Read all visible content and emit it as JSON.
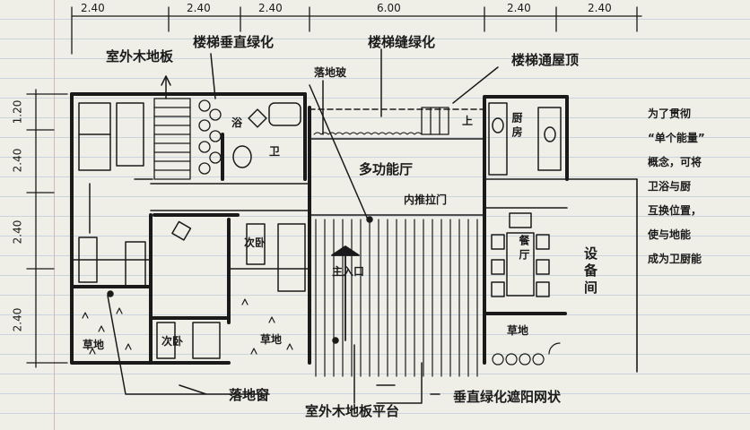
{
  "dimensions": {
    "top": [
      "2.40",
      "2.40",
      "2.40",
      "6.00",
      "2.40",
      "2.40"
    ],
    "left": [
      "1.20",
      "2.40",
      "2.40",
      "2.40"
    ]
  },
  "labels": {
    "outdoor_wood_floor_top": "室外木地板",
    "stair_vertical_green": "楼梯垂直绿化",
    "stair_gap_green": "楼梯缝绿化",
    "stair_to_roof": "楼梯通屋顶",
    "floor_glass": "落地玻",
    "bath": "浴",
    "toilet": "卫",
    "multi_hall": "多功能厅",
    "sliding_door": "内推拉门",
    "up": "上",
    "kitchen": "厨房",
    "dining": "餐厅",
    "second_bed_1": "次卧",
    "second_bed_2": "次卧",
    "grass_1": "草地",
    "grass_2": "草地",
    "grass_3": "草地",
    "entrance": "主入口",
    "equipment_room": "设备间",
    "floor_window": "落地窗",
    "outdoor_wood_platform": "室外木地板平台",
    "vertical_green_screen": "垂直绿化遮阳网状"
  },
  "note": {
    "lines": [
      "为了贯彻",
      "“单个能量”",
      "概念，可将",
      "卫浴与厨",
      "互换位置，",
      "使与地能",
      "成为卫厨能"
    ]
  }
}
